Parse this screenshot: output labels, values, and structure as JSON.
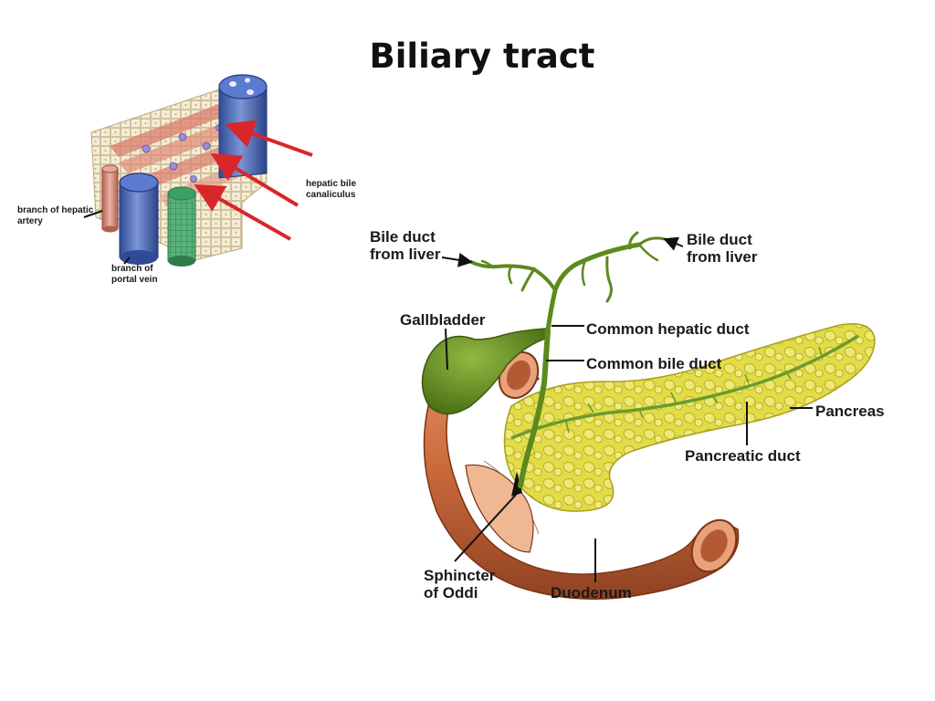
{
  "title": "Biliary tract",
  "liver_labels": {
    "canaliculus": [
      "hepatic bile",
      "canaliculus"
    ],
    "hepatic_artery": [
      "branch of hepatic",
      "artery"
    ],
    "portal_vein": [
      "branch of",
      "portal vein"
    ]
  },
  "tract_labels": {
    "bile_duct_left": [
      "Bile duct",
      "from liver"
    ],
    "bile_duct_right": [
      "Bile duct",
      "from liver"
    ],
    "gallbladder": "Gallbladder",
    "common_hepatic_duct": "Common hepatic duct",
    "common_bile_duct": "Common bile duct",
    "pancreas": "Pancreas",
    "pancreatic_duct": "Pancreatic duct",
    "sphincter": [
      "Sphincter",
      "of Oddi"
    ],
    "duodenum": "Duodenum"
  },
  "colors": {
    "arrow": "#d9262a",
    "portal_vein": "#4a67b8",
    "hepatic_artery": "#d98b7a",
    "bile_duct": "#3f8c52",
    "gallbladder": "#5f8a1e",
    "pancreas": "#d8d23a",
    "duodenum": "#c8683a"
  }
}
